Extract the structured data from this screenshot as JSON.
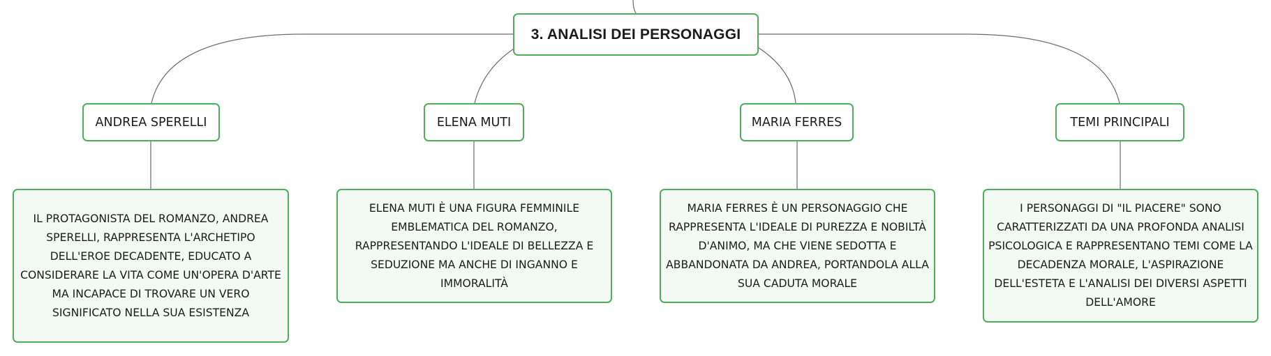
{
  "root": {
    "title": "3. ANALISI DEI PERSONAGGI"
  },
  "branches": [
    {
      "label": "ANDREA SPERELLI",
      "description": "IL PROTAGONISTA DEL ROMANZO, ANDREA SPERELLI, RAPPRESENTA L'ARCHETIPO DELL'EROE DECADENTE, EDUCATO A CONSIDERARE LA VITA COME UN'OPERA D'ARTE MA INCAPACE DI TROVARE UN VERO SIGNIFICATO NELLA SUA ESISTENZA"
    },
    {
      "label": "ELENA MUTI",
      "description": "ELENA MUTI È UNA FIGURA FEMMINILE EMBLEMATICA DEL ROMANZO, RAPPRESENTANDO L'IDEALE DI BELLEZZA E SEDUZIONE MA ANCHE DI INGANNO E IMMORALITÀ"
    },
    {
      "label": "MARIA FERRES",
      "description": "MARIA FERRES È UN PERSONAGGIO CHE RAPPRESENTA L'IDEALE DI PUREZZA E NOBILTÀ D'ANIMO, MA CHE VIENE SEDOTTA E ABBANDONATA DA ANDREA, PORTANDOLA ALLA SUA CADUTA MORALE"
    },
    {
      "label": "TEMI PRINCIPALI",
      "description": "I PERSONAGGI DI \"IL PIACERE\" SONO CARATTERIZZATI DA UNA PROFONDA ANALISI PSICOLOGICA E RAPPRESENTANO TEMI COME LA DECADENZA MORALE, L'ASPIRAZIONE DELL'ESTETA E L'ANALISI DEI DIVERSI ASPETTI DELL'AMORE"
    }
  ],
  "colors": {
    "node_border": "#4caf5c",
    "description_fill": "#f2faf3",
    "connector": "#6b6b6b"
  }
}
